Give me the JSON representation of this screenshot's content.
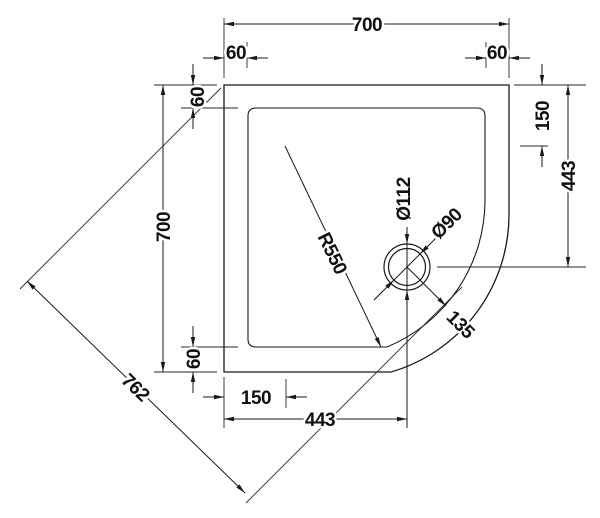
{
  "drawing": {
    "subject": "quadrant-shower-tray-plan-technical-drawing",
    "background_color": "#ffffff",
    "line_color": "#1a1a1a",
    "labels": {
      "top_width": "700",
      "top_left_border": "60",
      "top_right_border": "60",
      "left_height": "700",
      "left_top_border": "60",
      "left_bottom_border": "60",
      "right_center_offset": "150",
      "right_drain_offset": "443",
      "bottom_center_offset": "150",
      "bottom_drain_offset": "443",
      "front_diagonal": "762",
      "corner_radius": "R550",
      "drain_outer_diameter": "Ø112",
      "drain_inner_diameter": "Ø90",
      "drain_edge_distance": "135"
    }
  }
}
